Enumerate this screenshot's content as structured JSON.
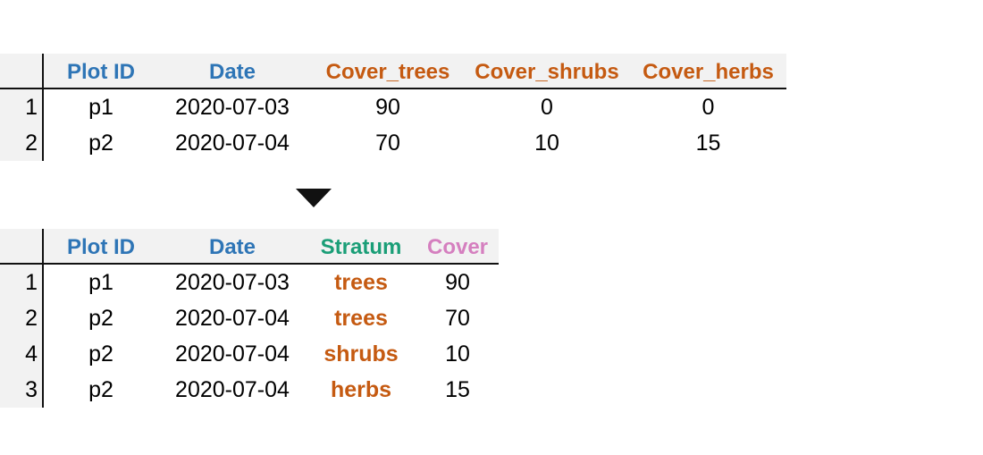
{
  "colors": {
    "id_header": "#2e75b6",
    "cover_header_wide": "#c55a11",
    "stratum_header": "#1a9e77",
    "cover_header_long": "#d57fbf",
    "stratum_values": "#c55a11"
  },
  "wide_table": {
    "headers": [
      "Plot ID",
      "Date",
      "Cover_trees",
      "Cover_shrubs",
      "Cover_herbs"
    ],
    "rows": [
      {
        "index": "1",
        "plot_id": "p1",
        "date": "2020-07-03",
        "cover_trees": "90",
        "cover_shrubs": "0",
        "cover_herbs": "0"
      },
      {
        "index": "2",
        "plot_id": "p2",
        "date": "2020-07-04",
        "cover_trees": "70",
        "cover_shrubs": "10",
        "cover_herbs": "15"
      }
    ]
  },
  "arrow_icon": "down-triangle-icon",
  "long_table": {
    "headers": [
      "Plot ID",
      "Date",
      "Stratum",
      "Cover"
    ],
    "rows": [
      {
        "index": "1",
        "plot_id": "p1",
        "date": "2020-07-03",
        "stratum": "trees",
        "cover": "90"
      },
      {
        "index": "2",
        "plot_id": "p2",
        "date": "2020-07-04",
        "stratum": "trees",
        "cover": "70"
      },
      {
        "index": "4",
        "plot_id": "p2",
        "date": "2020-07-04",
        "stratum": "shrubs",
        "cover": "10"
      },
      {
        "index": "3",
        "plot_id": "p2",
        "date": "2020-07-04",
        "stratum": "herbs",
        "cover": "15"
      }
    ]
  }
}
